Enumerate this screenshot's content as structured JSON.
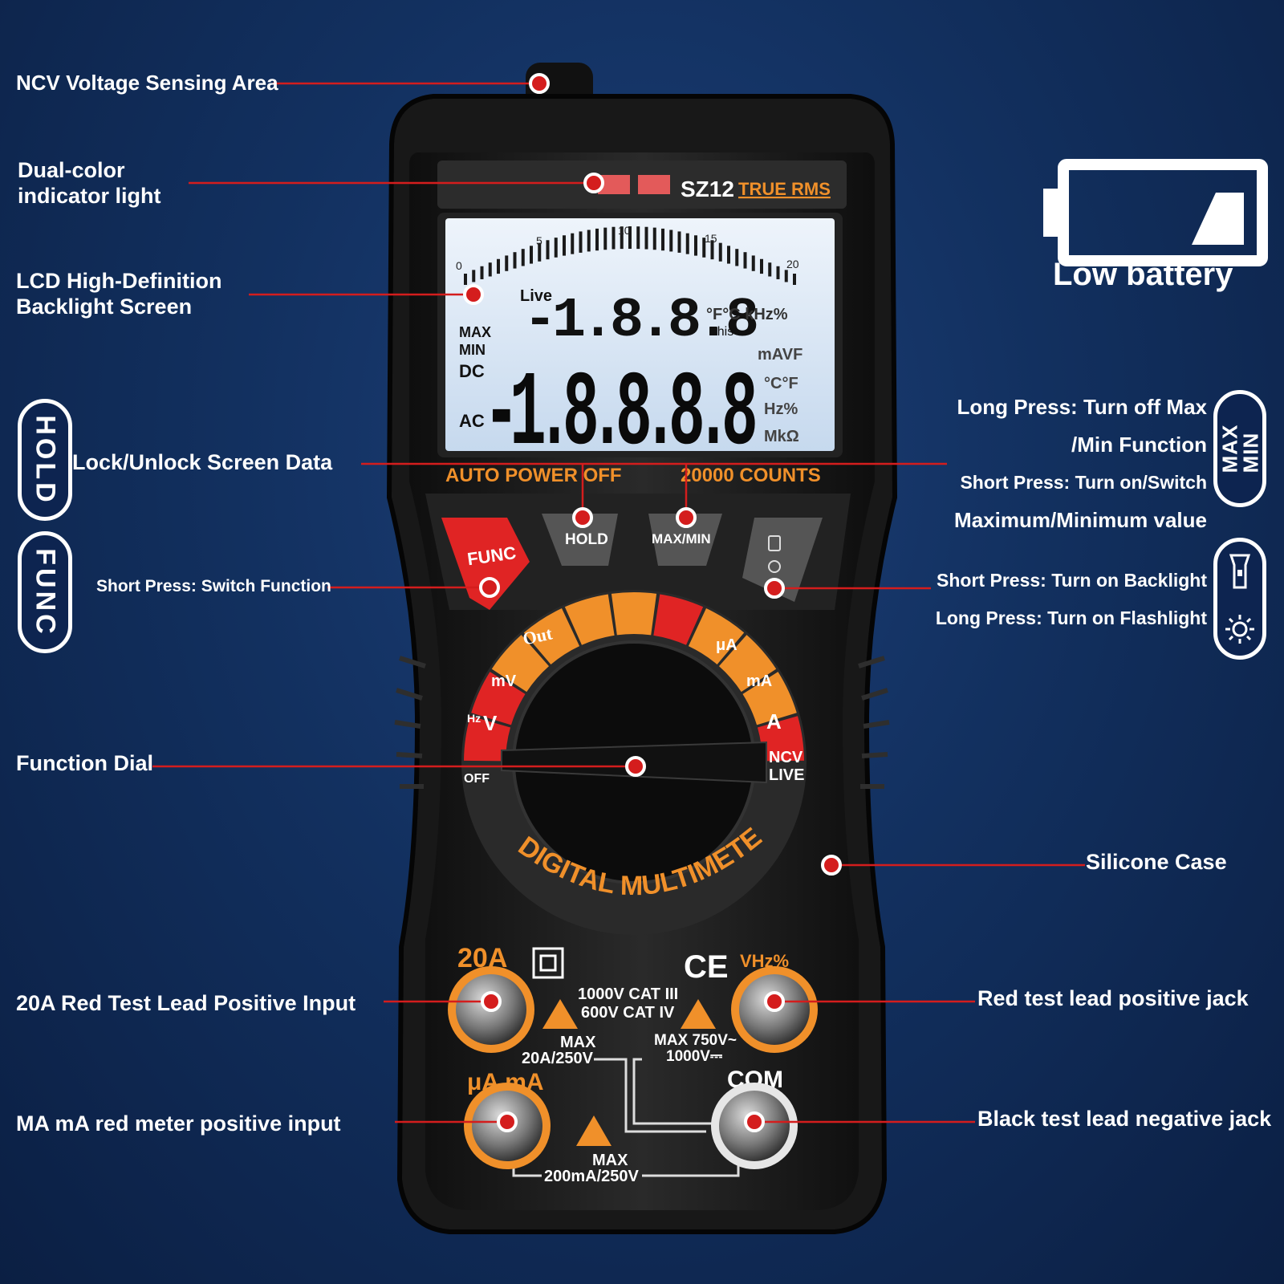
{
  "device": {
    "model": "SZ12",
    "true_rms": "TRUE RMS",
    "auto_power_off": "AUTO POWER OFF",
    "counts": "20000 COUNTS",
    "brand_arc": "DIGITAL MULTIMETER",
    "buttons": {
      "func": "FUNC",
      "hold": "HOLD",
      "maxmin": "MAX/MIN"
    },
    "lcd": {
      "live": "Live",
      "top_digits": "-1.8.8.8",
      "main_digits": "-1.8.8.8.8",
      "max": "MAX",
      "min": "MIN",
      "dc": "DC",
      "ac": "AC",
      "unit_top": "°F°C kHz%",
      "note": "This",
      "unit_1": "mAVF",
      "unit_2": "°C°F",
      "unit_3": "Hz%",
      "unit_4": "MkΩ",
      "scale": [
        "0",
        "5",
        "10",
        "15",
        "20"
      ]
    },
    "dial": {
      "off": "OFF",
      "out": "Out",
      "ncv": "NCV",
      "live": "LIVE",
      "mv": "mV",
      "v": "V",
      "ua": "μA",
      "ma": "mA",
      "a": "A",
      "hz": "Hz"
    },
    "terminals": {
      "amps_20": "20A",
      "rating": "1000V CAT III",
      "rating2": "600V CAT IV",
      "max_20a": "MAX",
      "max_20a_val": "20A/250V",
      "max_v": "MAX 750V~",
      "max_v2": "1000V⎓",
      "ua_ma": "μA mA",
      "com": "COM",
      "max_ma": "MAX",
      "max_ma_val": "200mA/250V",
      "ce": "CE",
      "vhz": "VHz%"
    }
  },
  "callouts": {
    "ncv": "NCV Voltage Sensing Area",
    "indicator_1": "Dual-color",
    "indicator_2": "indicator light",
    "lcd_1": "LCD High-Definition",
    "lcd_2": "Backlight Screen",
    "hold": "Lock/Unlock Screen Data",
    "func": "Short Press: Switch Function",
    "dial": "Function Dial",
    "input20a": "20A Red Test Lead Positive Input",
    "input_ma": "MA mA red meter positive input",
    "max_1": "Long Press: Turn off Max",
    "max_2": "/Min Function",
    "max_3": "Short Press: Turn on/Switch",
    "max_4": "Maximum/Minimum value",
    "backlight_1": "Short Press: Turn on Backlight",
    "backlight_2": "Long Press: Turn on Flashlight",
    "silicone": "Silicone Case",
    "red_jack": "Red test lead positive jack",
    "black_jack": "Black test lead negative jack",
    "low_battery": "Low battery"
  },
  "badges": {
    "hold": "HOLD",
    "func": "FUNC",
    "max": "MAX",
    "min": "MIN"
  },
  "colors": {
    "accent_red": "#e02424",
    "accent_orange": "#f0902a",
    "body_black": "#1a1a1a",
    "lcd_bg": "#d8e6f4"
  }
}
